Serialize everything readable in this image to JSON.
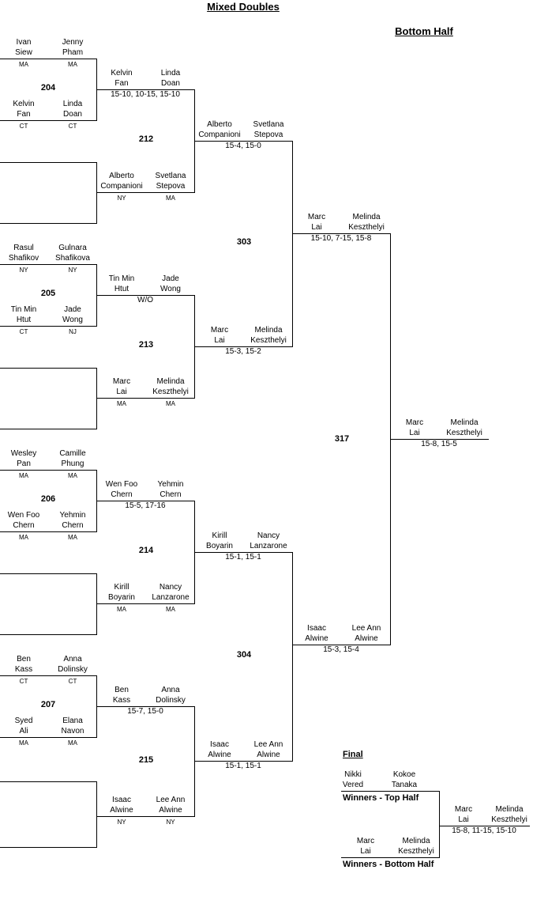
{
  "header": {
    "title": "Mixed Doubles",
    "subtitle": "Bottom Half"
  },
  "r1": [
    {
      "match": "204",
      "top": {
        "p1": [
          "Ivan",
          "Siew"
        ],
        "p2": [
          "Jenny",
          "Pham"
        ],
        "s1": "MA",
        "s2": "MA"
      },
      "bottom": {
        "p1": [
          "Kelvin",
          "Fan"
        ],
        "p2": [
          "Linda",
          "Doan"
        ],
        "s1": "CT",
        "s2": "CT"
      }
    },
    {
      "match": "205",
      "top": {
        "p1": [
          "Rasul",
          "Shafikov"
        ],
        "p2": [
          "Gulnara",
          "Shafikova"
        ],
        "s1": "NY",
        "s2": "NY"
      },
      "bottom": {
        "p1": [
          "Tin Min",
          "Htut"
        ],
        "p2": [
          "Jade",
          "Wong"
        ],
        "s1": "CT",
        "s2": "NJ"
      }
    },
    {
      "match": "206",
      "top": {
        "p1": [
          "Wesley",
          "Pan"
        ],
        "p2": [
          "Camille",
          "Phung"
        ],
        "s1": "MA",
        "s2": "MA"
      },
      "bottom": {
        "p1": [
          "Wen Foo",
          "Chern"
        ],
        "p2": [
          "Yehmin",
          "Chern"
        ],
        "s1": "MA",
        "s2": "MA"
      }
    },
    {
      "match": "207",
      "top": {
        "p1": [
          "Ben",
          "Kass"
        ],
        "p2": [
          "Anna",
          "Dolinsky"
        ],
        "s1": "CT",
        "s2": "CT"
      },
      "bottom": {
        "p1": [
          "Syed",
          "Ali"
        ],
        "p2": [
          "Elana",
          "Navon"
        ],
        "s1": "MA",
        "s2": "MA"
      }
    }
  ],
  "r2": [
    {
      "match": "212",
      "top": {
        "p1": [
          "Kelvin",
          "Fan"
        ],
        "p2": [
          "Linda",
          "Doan"
        ],
        "score": "15-10, 10-15, 15-10"
      },
      "bottom": {
        "p1": [
          "Alberto",
          "Companioni"
        ],
        "p2": [
          "Svetlana",
          "Stepova"
        ],
        "s1": "NY",
        "s2": "MA"
      }
    },
    {
      "match": "213",
      "top": {
        "p1": [
          "Tin Min",
          "Htut"
        ],
        "p2": [
          "Jade",
          "Wong"
        ],
        "score": "W/O"
      },
      "bottom": {
        "p1": [
          "Marc",
          "Lai"
        ],
        "p2": [
          "Melinda",
          "Keszthelyi"
        ],
        "s1": "MA",
        "s2": "MA"
      }
    },
    {
      "match": "214",
      "top": {
        "p1": [
          "Wen Foo",
          "Chern"
        ],
        "p2": [
          "Yehmin",
          "Chern"
        ],
        "score": "15-5, 17-16"
      },
      "bottom": {
        "p1": [
          "Kirill",
          "Boyarin"
        ],
        "p2": [
          "Nancy",
          "Lanzarone"
        ],
        "s1": "MA",
        "s2": "MA"
      }
    },
    {
      "match": "215",
      "top": {
        "p1": [
          "Ben",
          "Kass"
        ],
        "p2": [
          "Anna",
          "Dolinsky"
        ],
        "score": "15-7, 15-0"
      },
      "bottom": {
        "p1": [
          "Isaac",
          "Alwine"
        ],
        "p2": [
          "Lee Ann",
          "Alwine"
        ],
        "s1": "NY",
        "s2": "NY"
      }
    }
  ],
  "r3": [
    {
      "match": "303",
      "top": {
        "p1": [
          "Alberto",
          "Companioni"
        ],
        "p2": [
          "Svetlana",
          "Stepova"
        ],
        "score": "15-4, 15-0"
      },
      "bottom": {
        "p1": [
          "Marc",
          "Lai"
        ],
        "p2": [
          "Melinda",
          "Keszthelyi"
        ],
        "score": "15-3, 15-2"
      }
    },
    {
      "match": "304",
      "top": {
        "p1": [
          "Kirill",
          "Boyarin"
        ],
        "p2": [
          "Nancy",
          "Lanzarone"
        ],
        "score": "15-1, 15-1"
      },
      "bottom": {
        "p1": [
          "Isaac",
          "Alwine"
        ],
        "p2": [
          "Lee Ann",
          "Alwine"
        ],
        "score": "15-1, 15-1"
      }
    }
  ],
  "r4": {
    "match": "317",
    "top": {
      "p1": [
        "Marc",
        "Lai"
      ],
      "p2": [
        "Melinda",
        "Keszthelyi"
      ],
      "score": "15-10, 7-15, 15-8"
    },
    "bottom": {
      "p1": [
        "Isaac",
        "Alwine"
      ],
      "p2": [
        "Lee Ann",
        "Alwine"
      ],
      "score": "15-3, 15-4"
    }
  },
  "r5": {
    "p1": [
      "Marc",
      "Lai"
    ],
    "p2": [
      "Melinda",
      "Keszthelyi"
    ],
    "score": "15-8, 15-5"
  },
  "final": {
    "title": "Final",
    "top": {
      "p1": [
        "Nikki",
        "Vered"
      ],
      "p2": [
        "Kokoe",
        "Tanaka"
      ],
      "label": "Winners - Top Half"
    },
    "bottom": {
      "p1": [
        "Marc",
        "Lai"
      ],
      "p2": [
        "Melinda",
        "Keszthelyi"
      ],
      "label": "Winners - Bottom Half"
    },
    "winner": {
      "p1": [
        "Marc",
        "Lai"
      ],
      "p2": [
        "Melinda",
        "Keszthelyi"
      ],
      "score": "15-8, 11-15, 15-10"
    }
  }
}
